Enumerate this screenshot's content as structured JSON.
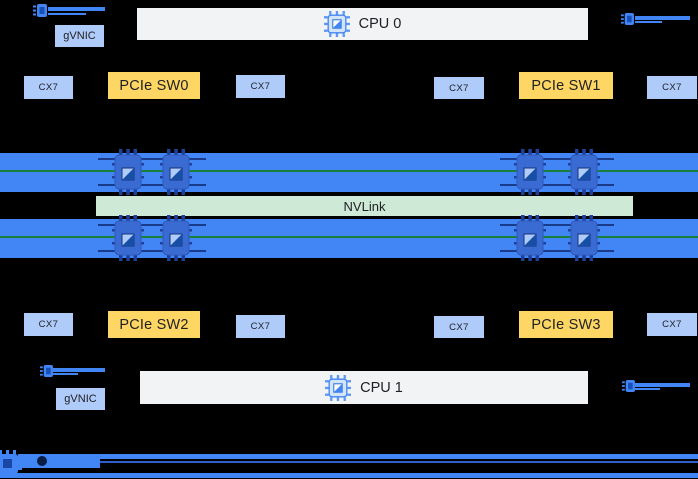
{
  "colors": {
    "background": "#000000",
    "wire_blue": "#4285F4",
    "band_blue": "#4285F4",
    "nic_box": "#AECBFA",
    "pcie_box": "#FDD663",
    "cpu_box": "#F1F3F4",
    "nvlink_bar": "#CEEAD6",
    "nvlink_line": "#188038",
    "label_text": "#202124"
  },
  "top_section": {
    "gvnic_label": "gVNIC",
    "cpu_label": "CPU 0",
    "row": {
      "cx7_far_left": "CX7",
      "pcie_sw0": "PCIe SW0",
      "cx7_mid_left": "CX7",
      "cx7_mid_right": "CX7",
      "pcie_sw1": "PCIe SW1",
      "cx7_far_right": "CX7"
    }
  },
  "gpu_fabric": {
    "nvlink_label": "NVLink",
    "gpu_bands": 2,
    "gpus_per_band": 4
  },
  "bottom_section": {
    "row": {
      "cx7_far_left": "CX7",
      "pcie_sw2": "PCIe SW2",
      "cx7_mid_left": "CX7",
      "cx7_mid_right": "CX7",
      "pcie_sw3": "PCIe SW3",
      "cx7_far_right": "CX7"
    },
    "gvnic_label": "gVNIC",
    "cpu_label": "CPU 1"
  }
}
